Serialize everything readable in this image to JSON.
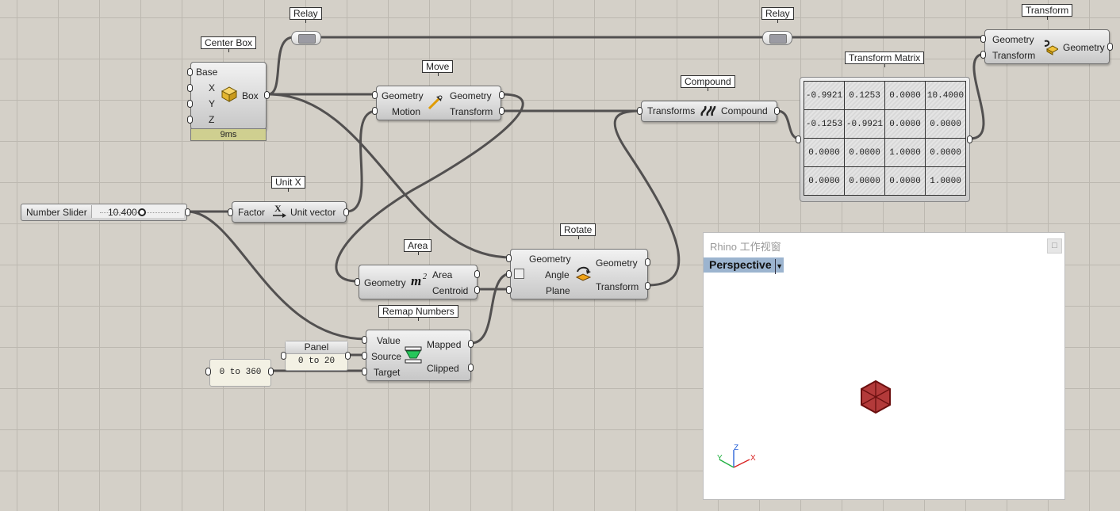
{
  "tags": {
    "relay1": "Relay",
    "relay2": "Relay",
    "center_box": "Center Box",
    "move": "Move",
    "compound": "Compound",
    "transform_matrix": "Transform Matrix",
    "transform": "Transform",
    "unit_x": "Unit X",
    "area": "Area",
    "rotate": "Rotate",
    "remap": "Remap Numbers"
  },
  "center_box": {
    "inputs": [
      "Base",
      "X",
      "Y",
      "Z"
    ],
    "output": "Box",
    "time": "9ms"
  },
  "move": {
    "inputs": [
      "Geometry",
      "Motion"
    ],
    "outputs": [
      "Geometry",
      "Transform"
    ]
  },
  "compound": {
    "input": "Transforms",
    "output": "Compound"
  },
  "transform": {
    "inputs": [
      "Geometry",
      "Transform"
    ],
    "output": "Geometry"
  },
  "slider": {
    "label": "Number Slider",
    "value": "10.400"
  },
  "unit_x": {
    "input": "Factor",
    "output": "Unit vector"
  },
  "area": {
    "input": "Geometry",
    "outputs": [
      "Area",
      "Centroid"
    ]
  },
  "rotate": {
    "inputs": [
      "Geometry",
      "Angle",
      "Plane"
    ],
    "outputs": [
      "Geometry",
      "Transform"
    ]
  },
  "remap": {
    "inputs": [
      "Value",
      "Source",
      "Target"
    ],
    "outputs": [
      "Mapped",
      "Clipped"
    ]
  },
  "panel_source": {
    "title": "Panel",
    "value": "0 to 20"
  },
  "panel_target": {
    "value": "0 to 360"
  },
  "matrix": [
    [
      "-0.9921",
      "0.1253",
      "0.0000",
      "10.4000"
    ],
    [
      "-0.1253",
      "-0.9921",
      "0.0000",
      "0.0000"
    ],
    [
      "0.0000",
      "0.0000",
      "1.0000",
      "0.0000"
    ],
    [
      "0.0000",
      "0.0000",
      "0.0000",
      "1.0000"
    ]
  ],
  "rhino": {
    "title": "Rhino 工作视窗",
    "viewport": "Perspective",
    "axes": [
      "Z",
      "Y",
      "X"
    ]
  },
  "colors": {
    "canvas": "#d4d0c8",
    "wire": "#505050",
    "box": "#b02a2a",
    "viewport_tab": "#9cb4cf"
  }
}
